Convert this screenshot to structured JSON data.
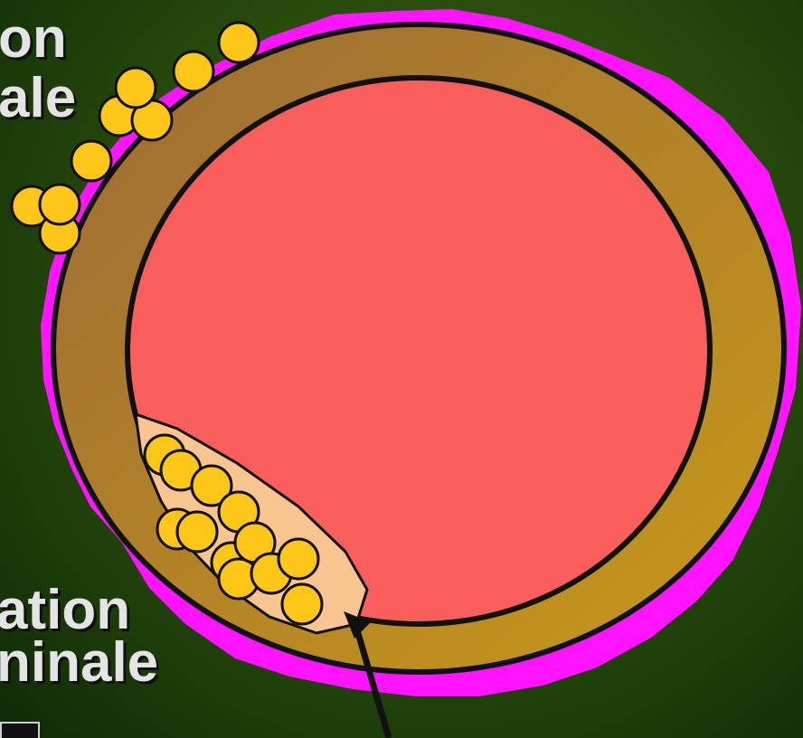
{
  "labels": {
    "top_line1": "on",
    "top_line2": "ale",
    "bottom_line1": "ation",
    "bottom_line2": "ninale"
  },
  "colors": {
    "background": "#2f5510",
    "adventitia": "#ff14ff",
    "vessel_wall": "#b8842a",
    "lumen": "#f85f5c",
    "plaque": "#f8c48f",
    "cells": "#ffc61a",
    "outline": "#111111"
  }
}
